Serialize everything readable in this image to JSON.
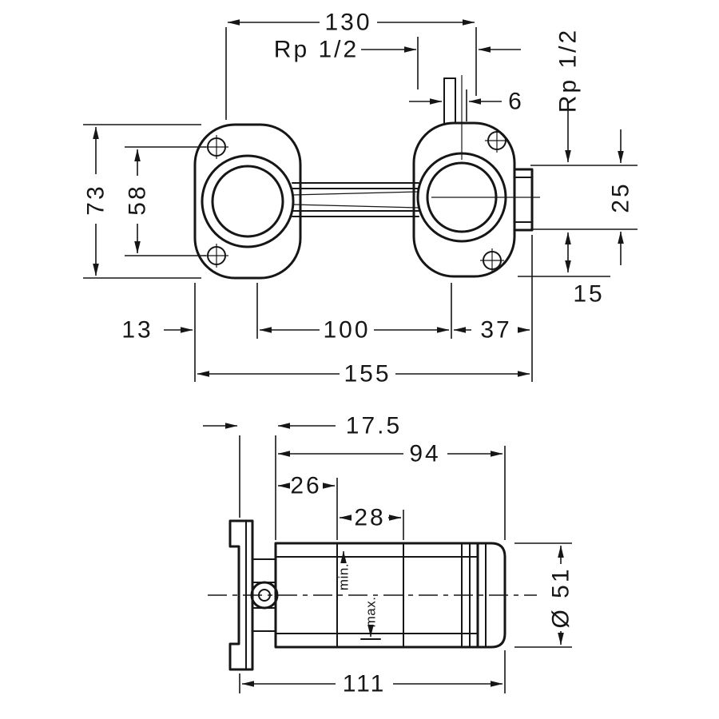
{
  "drawing": {
    "background": "#ffffff",
    "line_color": "#161616",
    "type": "installation-dimension-drawing"
  },
  "front_view": {
    "dims": {
      "d130": "130",
      "rp_top": "Rp 1/2",
      "d6": "6",
      "rp_side": "Rp 1/2",
      "d73": "73",
      "d58": "58",
      "d25": "25",
      "d15": "15",
      "d13": "13",
      "d100": "100",
      "d37": "37",
      "d155": "155"
    }
  },
  "side_view": {
    "dims": {
      "d17_5": "17.5",
      "d94": "94",
      "d26": "26",
      "d28": "28",
      "dia51": "Ø 51",
      "d111": "111"
    },
    "labels": {
      "min": "min.",
      "max": "max."
    }
  }
}
